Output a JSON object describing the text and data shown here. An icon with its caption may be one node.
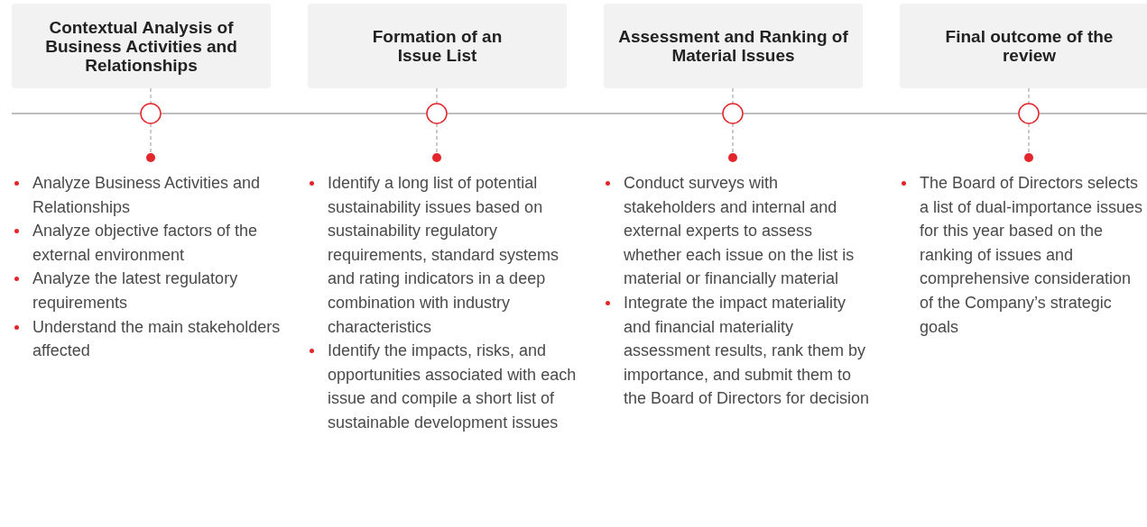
{
  "diagram": {
    "nodes": [
      {
        "text": [
          "Contextual Analysis of Business Activities and Relationships"
        ]
      },
      {
        "text": [
          "Formation of an Issue List"
        ]
      },
      {
        "text": [
          "Assessment and Ranking of Material Issues"
        ]
      },
      {
        "text": [
          "Final outcome of the review"
        ]
      },
      {
        "text": [],
        "shape": "circle"
      },
      {
        "text": [],
        "shape": "circle"
      },
      {
        "text": [],
        "shape": "circle"
      },
      {
        "text": [],
        "shape": "circle"
      },
      {
        "text": [],
        "shape": "circle",
        "beside": [
          "Analyze Business Activities and Relationships",
          "Analyze objective factors of the external environment",
          "Analyze the latest regulatory requirements",
          "Understand the main stakeholders affected"
        ]
      },
      {
        "text": [],
        "shape": "circle",
        "beside": [
          "Identify a long list of potential sustainability issues based on sustainability regulatory requirements, standard systems and rating indicators in a deep combination with industry characteristics",
          "Identify the impacts, risks, and opportunities associated with each issue and compile a short list of sustainable development issues"
        ]
      },
      {
        "text": [],
        "shape": "circle",
        "beside": [
          "Conduct surveys with stakeholders and internal and external experts to assess whether each issue on the list is material or financially material",
          "Integrate the impact materiality and financial materiality assessment results, rank them by importance, and submit them to the Board of Directors for decision"
        ]
      },
      {
        "text": [],
        "shape": "circle",
        "beside": [
          "The Board of Directors selects a list of dual-importance issues for this year based on the ranking of issues and comprehensive consideration of the Company’s strategic goals"
        ]
      }
    ],
    "edges": [
      {
        "from": 0,
        "to": 4,
        "arrow": "none",
        "style": "dashed"
      },
      {
        "from": 4,
        "to": 8,
        "arrow": "none",
        "style": "dashed"
      },
      {
        "from": 1,
        "to": 5,
        "arrow": "none",
        "style": "dashed"
      },
      {
        "from": 5,
        "to": 9,
        "arrow": "none",
        "style": "dashed"
      },
      {
        "from": 2,
        "to": 6,
        "arrow": "none",
        "style": "dashed"
      },
      {
        "from": 6,
        "to": 10,
        "arrow": "none",
        "style": "dashed"
      },
      {
        "from": 3,
        "to": 7,
        "arrow": "none",
        "style": "dashed"
      },
      {
        "from": 7,
        "to": 11,
        "arrow": "none",
        "style": "dashed"
      }
    ]
  }
}
